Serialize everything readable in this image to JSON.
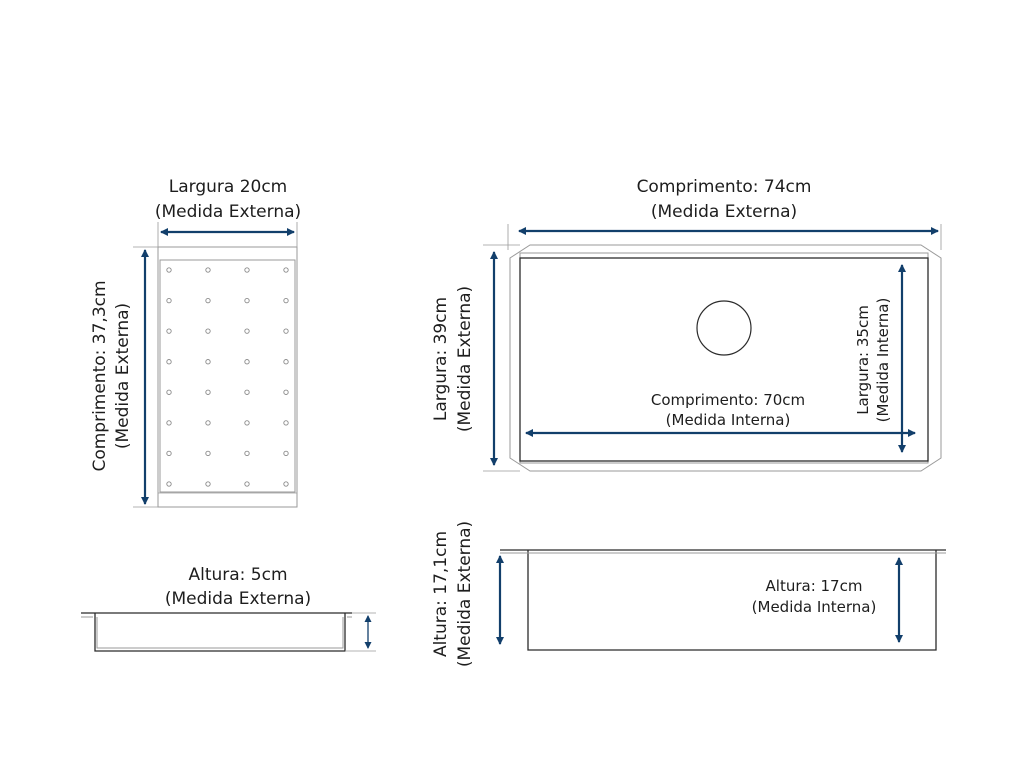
{
  "colors": {
    "dimension_arrow": "#123f6b",
    "outline": "#9a9a9a",
    "text": "#1d1d1d"
  },
  "strainer_top": {
    "width_line1": "Largura 20cm",
    "width_line2": "(Medida Externa)",
    "length_line1": "Comprimento: 37,3cm",
    "length_line2": "(Medida Externa)",
    "hole_grid": {
      "rows": 8,
      "cols": 4
    }
  },
  "strainer_side": {
    "height_line1": "Altura: 5cm",
    "height_line2": "(Medida Externa)"
  },
  "sink_top": {
    "length_ext_line1": "Comprimento: 74cm",
    "length_ext_line2": "(Medida Externa)",
    "width_ext_line1": "Largura: 39cm",
    "width_ext_line2": "(Medida Externa)",
    "length_int_line1": "Comprimento: 70cm",
    "length_int_line2": "(Medida Interna)",
    "width_int_line1": "Largura: 35cm",
    "width_int_line2": "(Medida Interna)"
  },
  "sink_side": {
    "height_ext_line1": "Altura: 17,1cm",
    "height_ext_line2": "(Medida Externa)",
    "height_int_line1": "Altura: 17cm",
    "height_int_line2": "(Medida Interna)"
  }
}
